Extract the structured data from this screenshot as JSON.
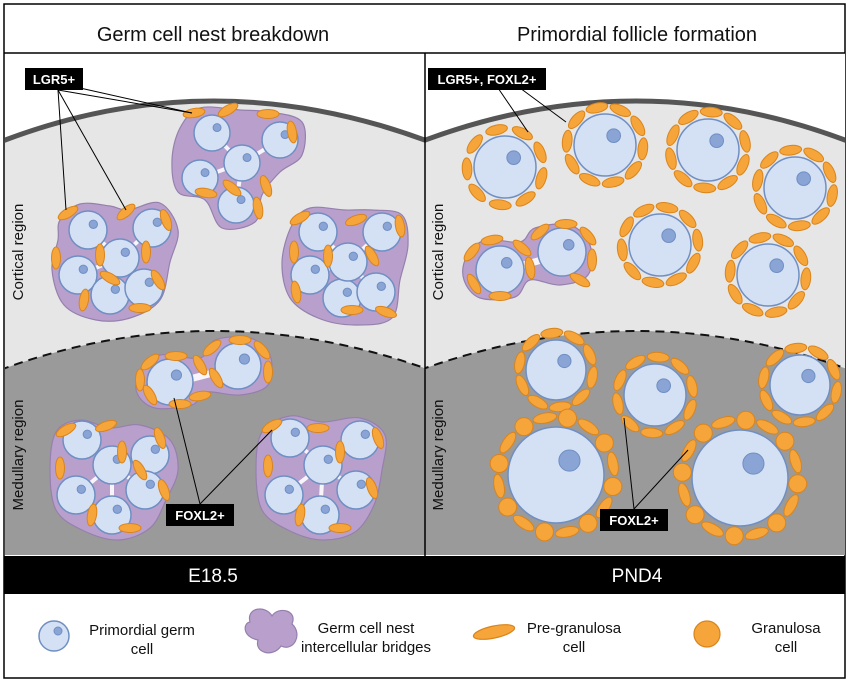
{
  "panels": {
    "left": {
      "title": "Germ cell nest breakdown",
      "cortical_label": "Cortical region",
      "medullary_label": "Medullary region",
      "stage": "E18.5",
      "marker_top": "LGR5+",
      "marker_bottom": "FOXL2+"
    },
    "right": {
      "title": "Primordial follicle formation",
      "cortical_label": "Cortical region",
      "medullary_label": "Medullary region",
      "stage": "PND4",
      "marker_top": "LGR5+, FOXL2+",
      "marker_bottom": "FOXL2+"
    }
  },
  "legend": {
    "germ_cell": {
      "line1": "Primordial germ",
      "line2": "cell"
    },
    "nest": {
      "line1": "Germ cell nest",
      "line2": "intercellular bridges"
    },
    "pregranulosa": {
      "line1": "Pre-granulosa",
      "line2": "cell"
    },
    "granulosa": {
      "line1": "Granulosa",
      "line2": "cell"
    }
  },
  "colors": {
    "cortex": "#e6e6e6",
    "medulla": "#9a9a9a",
    "nest": "#b9a0cc",
    "nest_stroke": "#9580ad",
    "oocyte": "#d4e0f4",
    "oocyte_stroke": "#6f8fc3",
    "nucleus": "#8aa4d6",
    "granulosa": "#f6a53a",
    "granulosa_stroke": "#d9841b",
    "stage_bar": "#000000"
  }
}
